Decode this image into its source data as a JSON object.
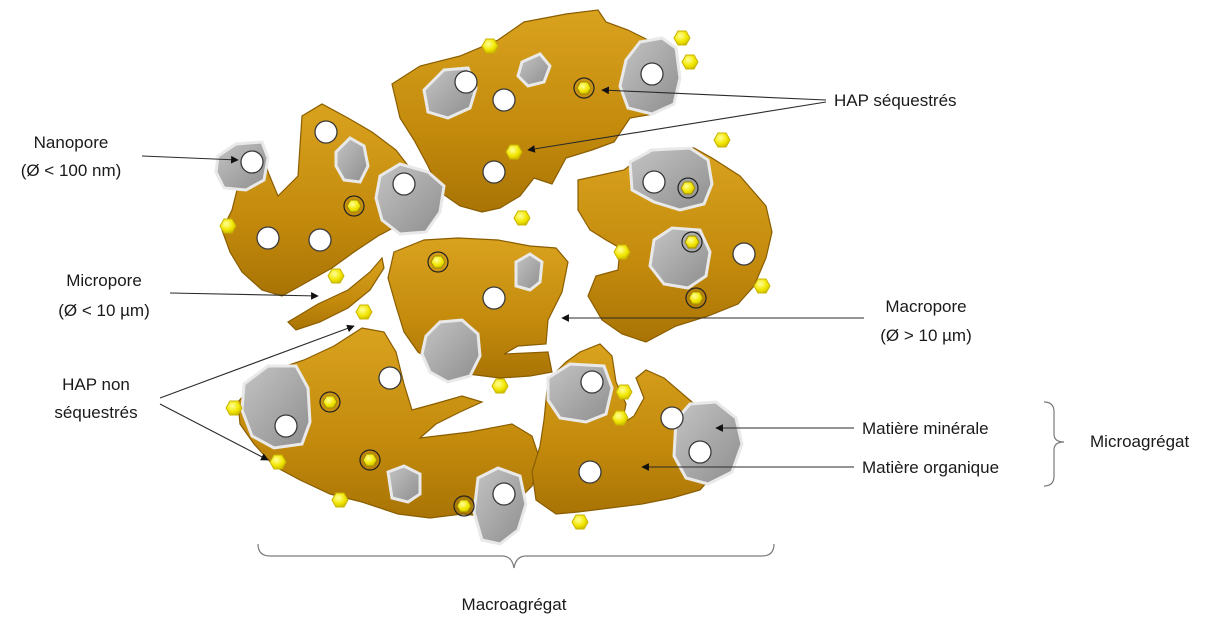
{
  "colors": {
    "organic_matter": "#C8900E",
    "organic_matter_dark": "#8A5D00",
    "mineral": "#A8A8A8",
    "pore": "#FFFFFF",
    "pah": "#F2E600"
  },
  "icons": {
    "pah": "yellow-hexagon",
    "pore": "white-circle"
  },
  "labels": {
    "nanopore_line1": "Nanopore",
    "nanopore_line2": "(Ø < 100 nm)",
    "micropore_line1": "Micropore",
    "micropore_line2": "(Ø < 10 µm)",
    "hap_non_line1": "HAP non",
    "hap_non_line2": "séquestrés",
    "hap_sequestres": "HAP séquestrés",
    "macropore_line1": "Macropore",
    "macropore_line2": "(Ø > 10 µm)",
    "matiere_minerale": "Matière minérale",
    "matiere_organique": "Matière organique",
    "microagregat": "Microagrégat",
    "macroagregat": "Macroagrégat"
  }
}
